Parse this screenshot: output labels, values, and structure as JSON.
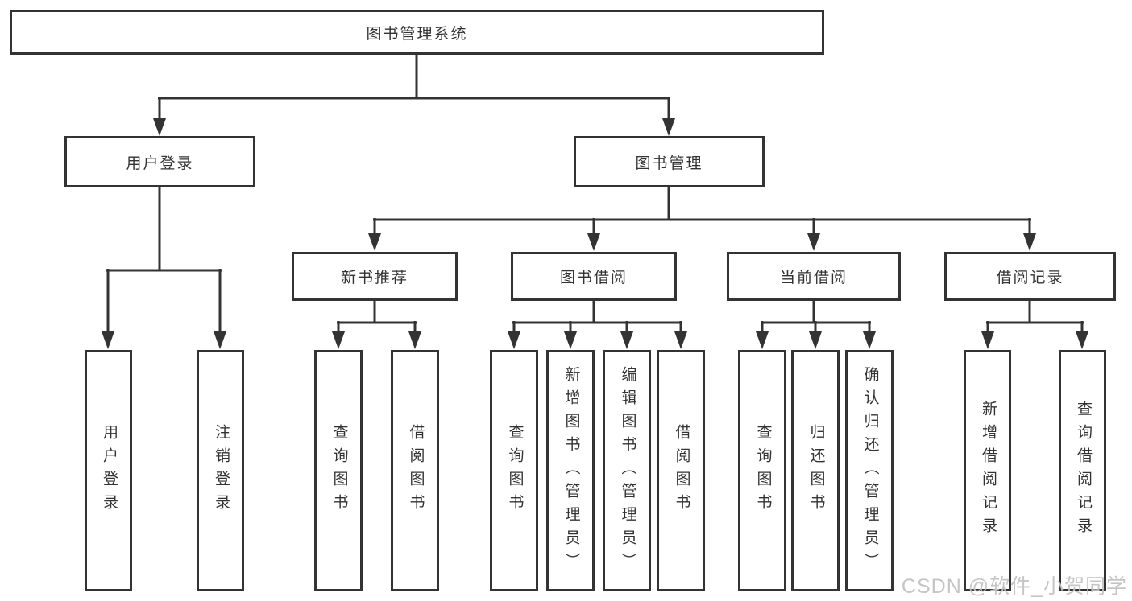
{
  "diagram_title": "图书管理系统",
  "tree": {
    "root": "图书管理系统",
    "children": [
      {
        "label": "用户登录",
        "children": [
          {
            "label": "用户登录"
          },
          {
            "label": "注销登录"
          }
        ]
      },
      {
        "label": "图书管理",
        "children": [
          {
            "label": "新书推荐",
            "children": [
              {
                "label": "查询图书"
              },
              {
                "label": "借阅图书"
              }
            ]
          },
          {
            "label": "图书借阅",
            "children": [
              {
                "label": "查询图书"
              },
              {
                "label": "新增图书（管理员）"
              },
              {
                "label": "编辑图书（管理员）"
              },
              {
                "label": "借阅图书"
              }
            ]
          },
          {
            "label": "当前借阅",
            "children": [
              {
                "label": "查询图书"
              },
              {
                "label": "归还图书"
              },
              {
                "label": "确认归还（管理员）"
              }
            ]
          },
          {
            "label": "借阅记录",
            "children": [
              {
                "label": "新增借阅记录"
              },
              {
                "label": "查询借阅记录"
              }
            ]
          }
        ]
      }
    ]
  },
  "watermark": "CSDN @软件_小贺同学",
  "colors": {
    "line": "#333333",
    "box_border": "#333333",
    "text": "#333333",
    "background": "#ffffff",
    "watermark": "#c2c2c2"
  }
}
